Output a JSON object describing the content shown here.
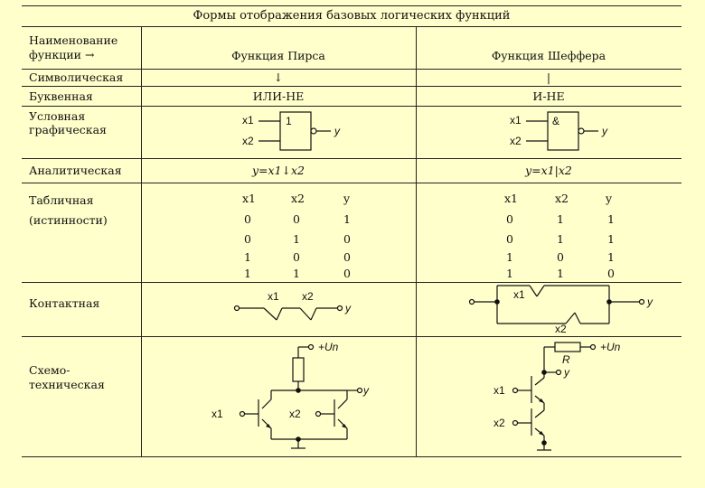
{
  "title": "Формы отображения базовых логических функций",
  "header": {
    "row_label": "Наименование функции →",
    "col1": "Функция Пирса",
    "col2": "Функция Шеффера"
  },
  "rows": {
    "symbolic": {
      "label": "Символическая",
      "col1": "↓",
      "col2": "|"
    },
    "letter": {
      "label": "Буквенная",
      "col1": "ИЛИ-НЕ",
      "col2": "И-НЕ"
    },
    "graphic": {
      "label": "Условная графическая",
      "col1_symbol": "1",
      "col2_symbol": "&"
    },
    "analytic": {
      "label": "Аналитическая",
      "col1": "y=x1↓x2",
      "col2": "y=x1|x2"
    },
    "table": {
      "label": "Табличная (истинности)",
      "headers": [
        "x1",
        "x2",
        "y"
      ],
      "col1_values": [
        [
          "0",
          "0",
          "1"
        ],
        [
          "0",
          "1",
          "0"
        ],
        [
          "1",
          "0",
          "0"
        ],
        [
          "1",
          "1",
          "0"
        ]
      ],
      "col2_values": [
        [
          "0",
          "1",
          "1"
        ],
        [
          "0",
          "1",
          "1"
        ],
        [
          "1",
          "0",
          "1"
        ],
        [
          "1",
          "1",
          "0"
        ]
      ]
    },
    "contact": {
      "label": "Контактная"
    },
    "circuit": {
      "label": "Схемо-техническая",
      "supply": "+Un",
      "resistor": "R"
    }
  },
  "signal_labels": {
    "x1": "x1",
    "x2": "x2",
    "y": "y"
  },
  "colors": {
    "background": "#ffffcc",
    "ink": "#111111"
  }
}
